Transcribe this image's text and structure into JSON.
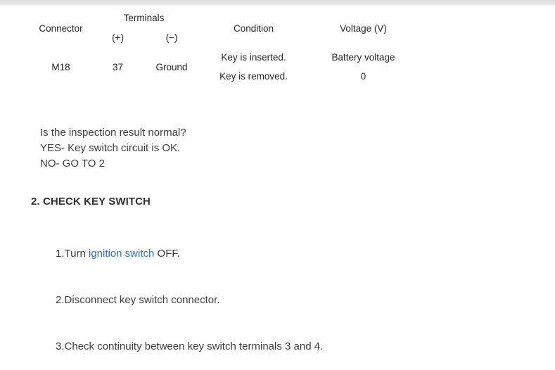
{
  "colors": {
    "text": "#3c3c3c",
    "table_text": "#262626",
    "link": "#2a72c8",
    "rule_heavy": "#161616",
    "rule_light": "#868686",
    "top_band": "#e0e0e0"
  },
  "table": {
    "headers": {
      "connector": "Connector",
      "terminals": "Terminals",
      "terminal_plus": "(+)",
      "terminal_minus": "(−)",
      "condition": "Condition",
      "voltage": "Voltage (V)"
    },
    "row": {
      "connector": "M18",
      "terminal_plus": "37",
      "terminal_minus": "Ground"
    },
    "conditions": [
      {
        "condition": "Key is inserted.",
        "voltage": "Battery voltage"
      },
      {
        "condition": "Key is removed.",
        "voltage": "0"
      }
    ]
  },
  "body": {
    "question": "Is the inspection result normal?",
    "yes_line": "YES- Key switch circuit is OK.",
    "no_line": "NO- GO TO 2"
  },
  "section": {
    "heading": "2. CHECK KEY SWITCH"
  },
  "steps": [
    {
      "number": "1.",
      "text_before": "Turn ",
      "link_text": "ignition switch",
      "text_after": " OFF."
    },
    {
      "number": "2.",
      "text_before": "Disconnect key switch connector.",
      "link_text": "",
      "text_after": ""
    },
    {
      "number": "3.",
      "text_before": "Check continuity between key switch terminals 3 and 4.",
      "link_text": "",
      "text_after": ""
    }
  ]
}
